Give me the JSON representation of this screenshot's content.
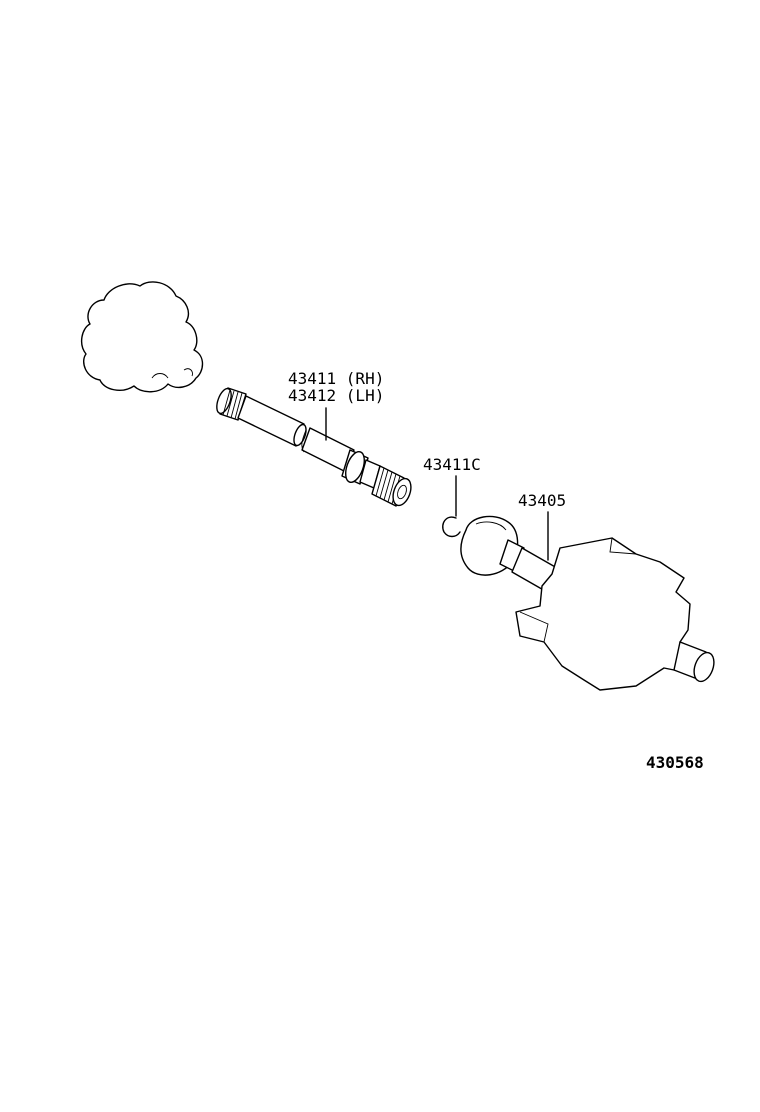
{
  "labels": {
    "shaft_rh": "43411 (RH)",
    "shaft_lh": "43412 (LH)",
    "snap_ring": "43411C",
    "inboard_joint": "43405",
    "reference": "430568"
  }
}
